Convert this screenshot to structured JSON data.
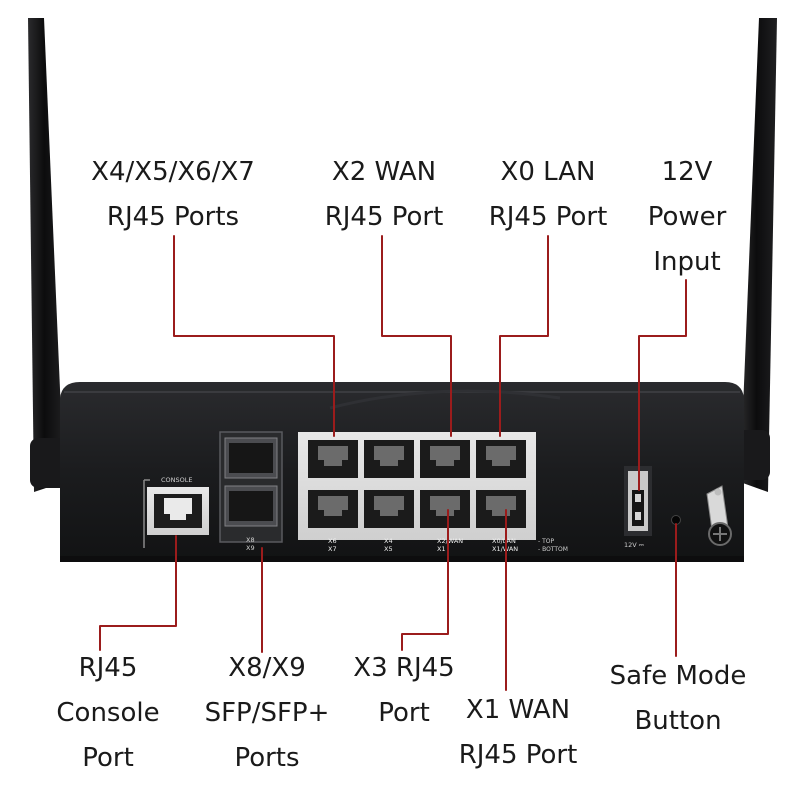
{
  "device": {
    "console_silk": "CONSOLE",
    "sfp_silk": [
      "X8",
      "X9"
    ],
    "port_silk": [
      [
        "X6",
        "X7"
      ],
      [
        "X4",
        "X5"
      ],
      [
        "X2/WAN",
        "X1"
      ],
      [
        "X0/LAN",
        "X1/WAN"
      ]
    ],
    "row_silk": [
      "- TOP",
      "- BOTTOM"
    ],
    "power_silk": "12V ⎓"
  },
  "callouts": {
    "x4_x7": [
      "X4/X5/X6/X7",
      "RJ45 Ports"
    ],
    "x2": [
      "X2 WAN",
      "RJ45 Port"
    ],
    "x0": [
      "X0 LAN",
      "RJ45 Port"
    ],
    "power": [
      "12V",
      "Power",
      "Input"
    ],
    "console": [
      "RJ45",
      "Console",
      "Port"
    ],
    "sfp": [
      "X8/X9",
      "SFP/SFP+",
      "Ports"
    ],
    "x3": [
      "X3 RJ45",
      "Port"
    ],
    "x1": [
      "X1 WAN",
      "RJ45 Port"
    ],
    "safe_mode": [
      "Safe Mode",
      "Button"
    ]
  },
  "colors": {
    "leader": "#9b1c1c",
    "chassis": "#1b1c1e",
    "label_text": "#1a1a1a"
  }
}
